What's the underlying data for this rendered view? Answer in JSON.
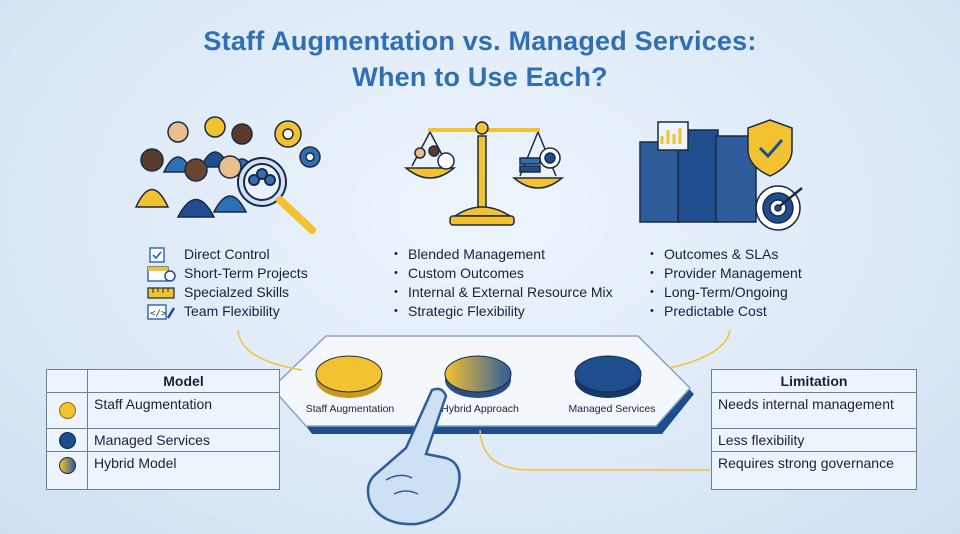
{
  "title": {
    "line1": "Staff Augmentation vs. Managed Services:",
    "line2": "When to Use Each?"
  },
  "columns": {
    "staff": {
      "items": [
        "Direct Control",
        "Short-Term Projects",
        "Specialzed Skills",
        "Team Flexibility"
      ],
      "icons": [
        "checklist-icon",
        "calendar-clock-icon",
        "ruler-icon",
        "code-pencil-icon"
      ]
    },
    "hybrid": {
      "items": [
        "Blended Management",
        "Custom Outcomes",
        "Internal & External Resource Mix",
        "Strategic Flexibility"
      ]
    },
    "managed": {
      "items": [
        "Outcomes & SLAs",
        "Provider Management",
        "Long-Term/Ongoing",
        "Predictable Cost"
      ]
    }
  },
  "panel": {
    "buttons": [
      "Staff Augmentation",
      "Hybrid Approach",
      "Managed Services"
    ]
  },
  "model_table": {
    "header": "Model",
    "rows": [
      "Staff Augmentation",
      "Managed Services",
      "Hybrid Model"
    ]
  },
  "limitation_table": {
    "header": "Limitation",
    "rows": [
      "Needs internal management",
      "Less flexibility",
      "Requires strong governance"
    ]
  },
  "colors": {
    "title": "#2f6fb3",
    "gold": "#f2c230",
    "navy": "#1f4e8f",
    "panel": "#f4f7fb"
  }
}
